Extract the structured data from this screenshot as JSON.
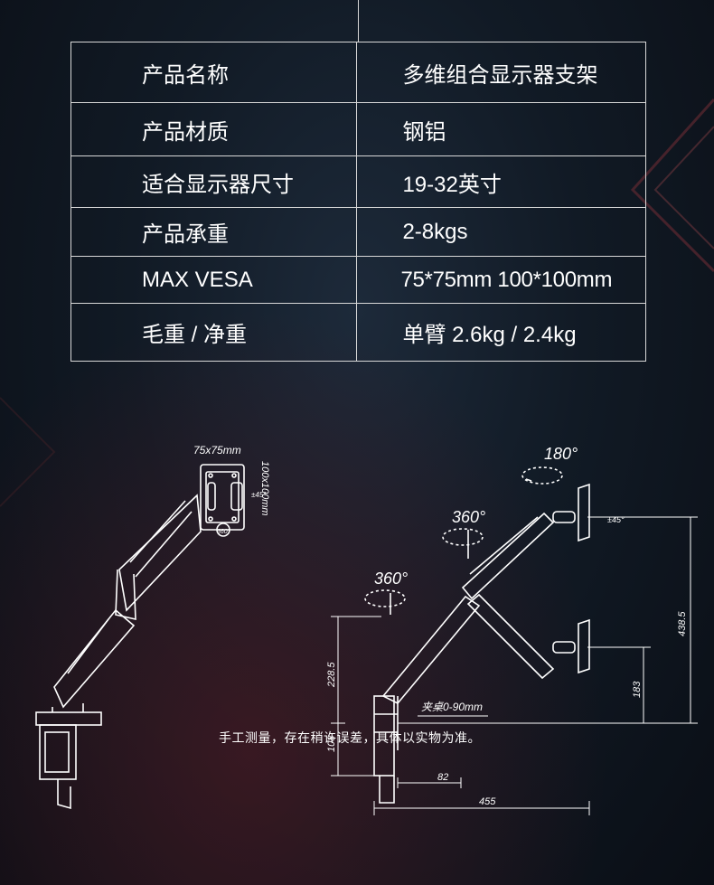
{
  "spec_table": {
    "rows": [
      {
        "label": "产品名称",
        "value": "多维组合显示器支架"
      },
      {
        "label": "产品材质",
        "value": "钢铝"
      },
      {
        "label": "适合显示器尺寸",
        "value": "19-32英寸"
      },
      {
        "label": "产品承重",
        "value": "2-8kgs"
      },
      {
        "label": "MAX VESA",
        "value": "75*75mm 100*100mm"
      },
      {
        "label": "毛重 / 净重",
        "value": "单臂 2.6kg / 2.4kg"
      }
    ]
  },
  "drawing_labels": {
    "vesa_small": "75x75mm",
    "vesa_large": "100x100mm",
    "tilt": "±45°",
    "rotate_plate": "360°",
    "rotate_180": "180°",
    "rotate_360_upper": "360°",
    "rotate_360_lower": "360°",
    "height_max": "438.5",
    "height_pole": "228.5",
    "height_low": "183",
    "height_clamp": "108",
    "clamp_range": "夹桌0-90mm",
    "base_width": "82",
    "total_reach": "455"
  },
  "note": "手工测量，存在稍许误差，具体以实物为准。",
  "colors": {
    "background": "#111a25",
    "line": "#d8d8d8",
    "text": "#ffffff"
  }
}
